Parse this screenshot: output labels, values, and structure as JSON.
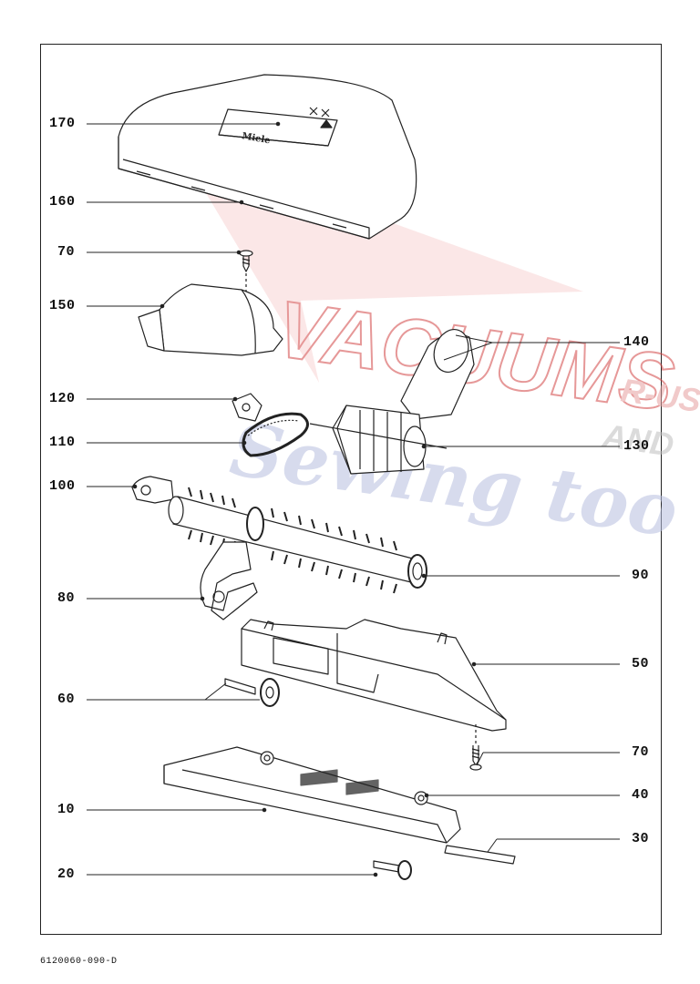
{
  "diagram": {
    "brand_mark": "Miele",
    "watermark": {
      "line1": "VACUUMS",
      "line2": "R-US",
      "line3": "AND",
      "line4": "Sewing too"
    },
    "doc_code": "6120060-090-D",
    "callouts": {
      "p170": "170",
      "p160": "160",
      "p70a": "70",
      "p150": "150",
      "p120": "120",
      "p110": "110",
      "p100": "100",
      "p80": "80",
      "p60": "60",
      "p10": "10",
      "p20": "20",
      "p140": "140",
      "p130": "130",
      "p90": "90",
      "p50": "50",
      "p70b": "70",
      "p40": "40",
      "p30": "30"
    }
  }
}
